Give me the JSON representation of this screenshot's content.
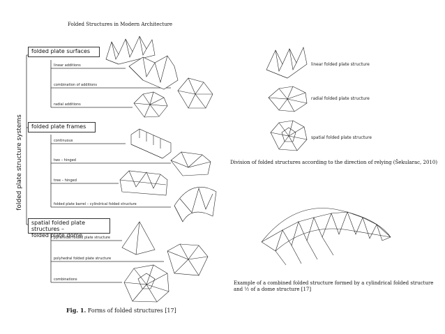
{
  "paper_title": "Folded Structures in Modern Architecture",
  "vertical_label": "folded plate structure systems",
  "categories": [
    {
      "title": "folded plate surfaces",
      "items": [
        "linear additions",
        "combination of additions",
        "radial additions"
      ]
    },
    {
      "title": "folded plate frames",
      "items": [
        "continuous",
        "two – hinged",
        "tree – hinged",
        "folded plate barrel – cylindrical folded structure"
      ]
    },
    {
      "title_line1": "spatial folded plate structures –",
      "title_line2": "folded plate dome",
      "items": [
        "pyramidal folded plate structure",
        "polyhedral folded plate structure",
        "combinations"
      ]
    }
  ],
  "fig_caption": {
    "bold": "Fig. 1.",
    "text": " Forms of folded structures [17]"
  },
  "right_labels": [
    "linear folded plate structure",
    "radial folded plate structure",
    "spatial folded plate structure"
  ],
  "right_caption": "Division of folded structures according to the direction of relying (Šekularac, 2010)",
  "bottom_caption_line1": "Example of a combined folded structure formed by a cylindrical folded structure",
  "bottom_caption_line2": "and ½ of a dome structure [17]"
}
